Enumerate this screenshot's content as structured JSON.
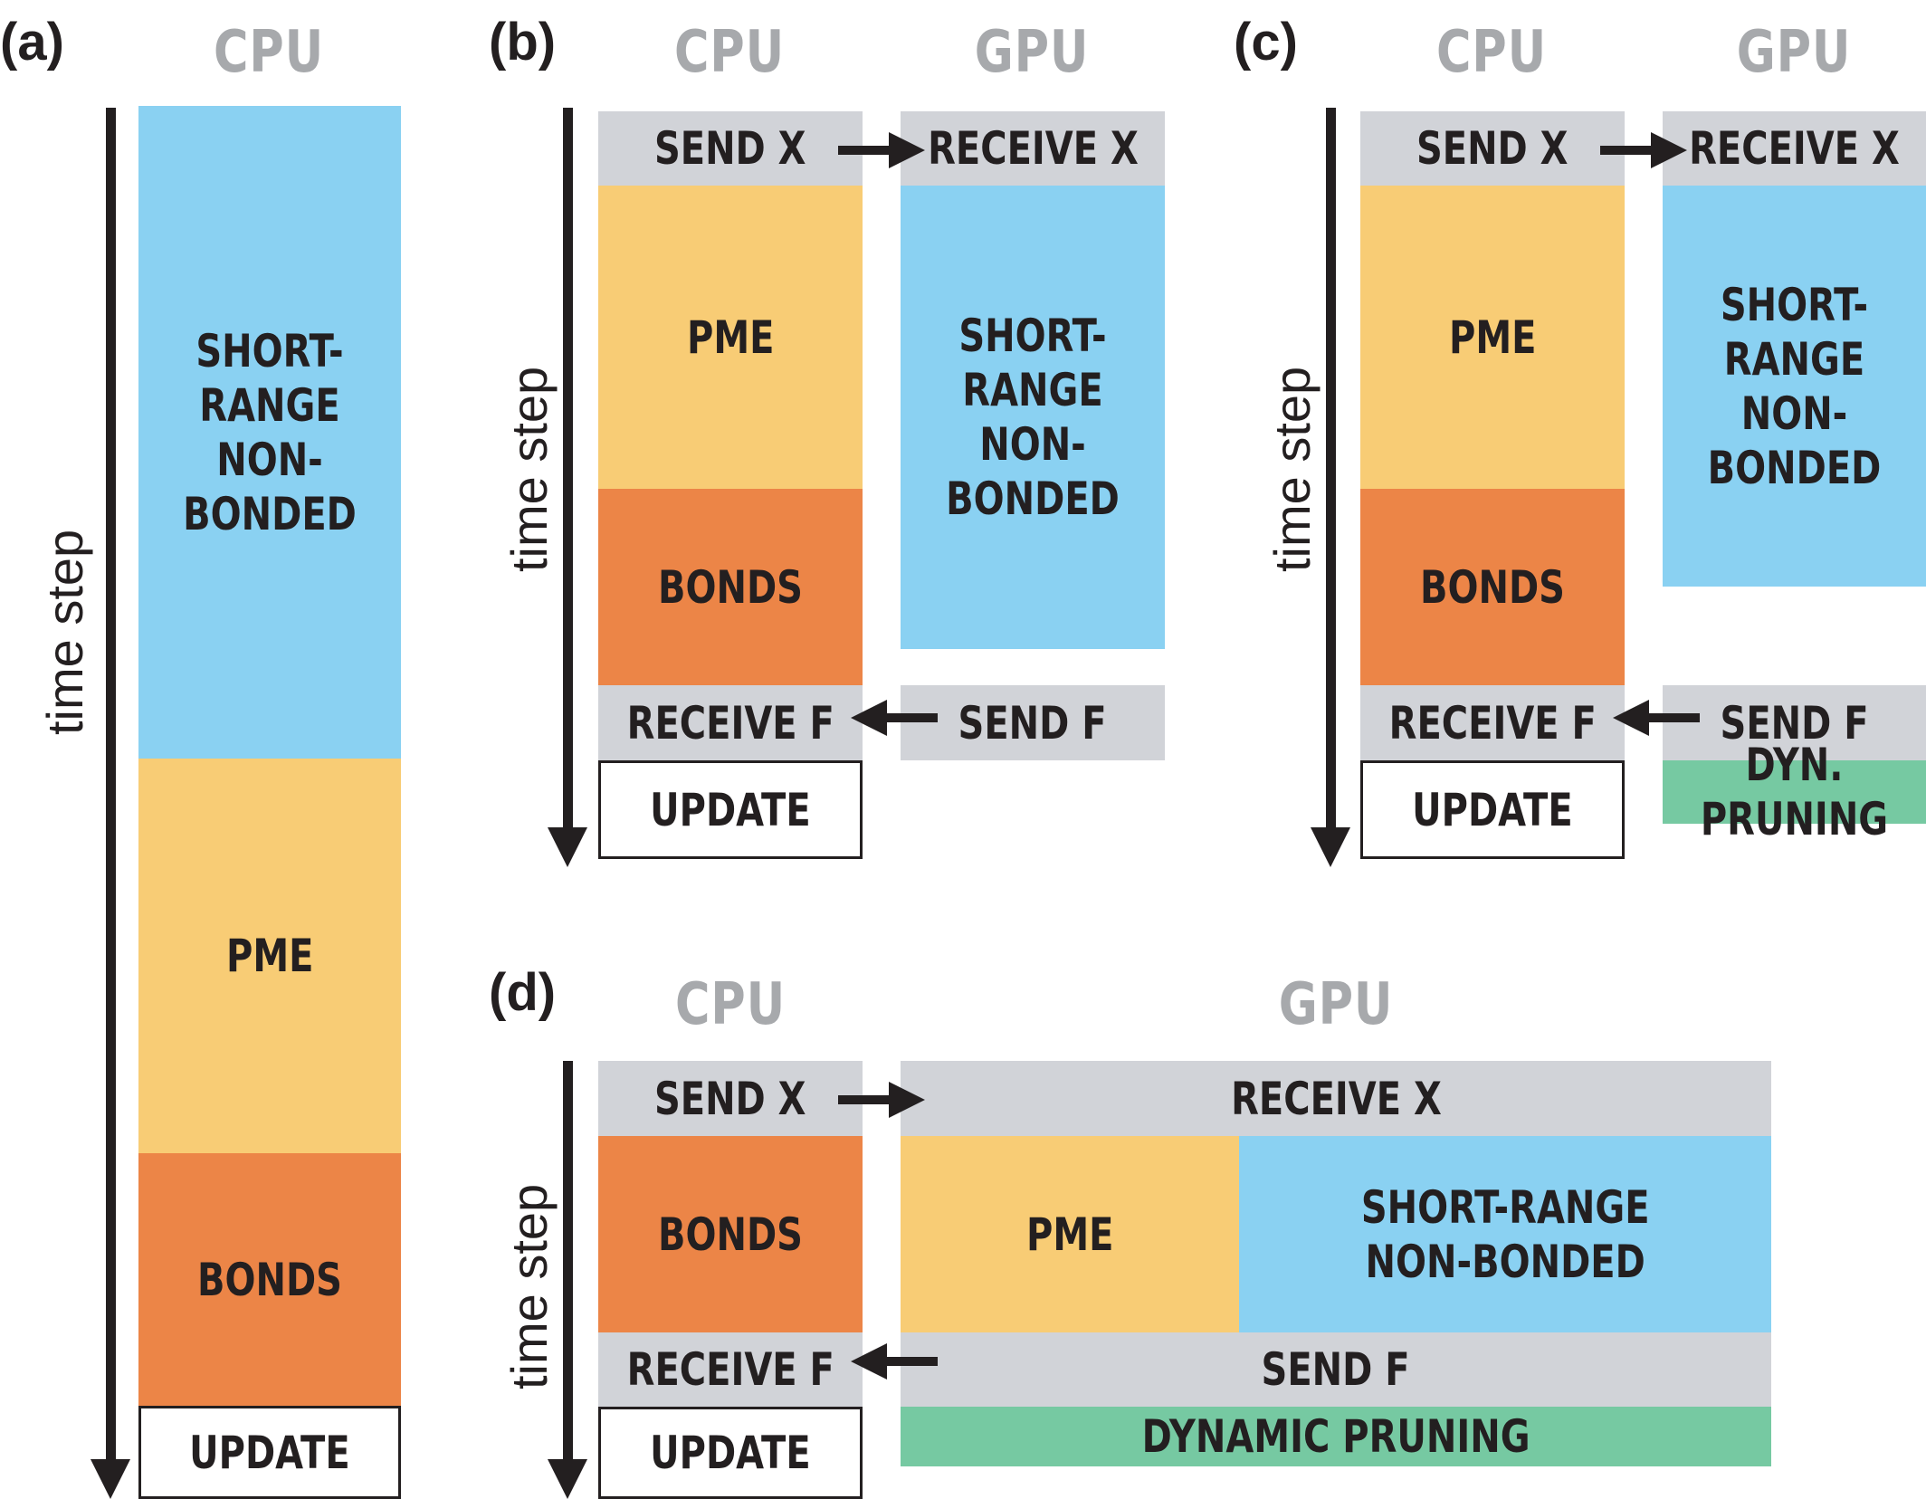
{
  "panels": {
    "a": {
      "label": "(a)",
      "cpu": "CPU",
      "time": "time step",
      "short": "SHORT-RANGE\nNON-BONDED",
      "pme": "PME",
      "bonds": "BONDS",
      "update": "UPDATE"
    },
    "b": {
      "label": "(b)",
      "cpu": "CPU",
      "gpu": "GPU",
      "time": "time step",
      "send_x": "SEND X",
      "receive_x": "RECEIVE X",
      "pme": "PME",
      "short": "SHORT-RANGE\nNON-BONDED",
      "bonds": "BONDS",
      "receive_f": "RECEIVE F",
      "send_f": "SEND F",
      "update": "UPDATE"
    },
    "c": {
      "label": "(c)",
      "cpu": "CPU",
      "gpu": "GPU",
      "time": "time step",
      "send_x": "SEND X",
      "receive_x": "RECEIVE X",
      "pme": "PME",
      "short": "SHORT-RANGE\nNON-BONDED",
      "bonds": "BONDS",
      "receive_f": "RECEIVE F",
      "send_f": "SEND F",
      "update": "UPDATE",
      "pruning": "DYN. PRUNING"
    },
    "d": {
      "label": "(d)",
      "cpu": "CPU",
      "gpu": "GPU",
      "time": "time step",
      "send_x": "SEND X",
      "receive_x": "RECEIVE X",
      "bonds": "BONDS",
      "pme": "PME",
      "short": "SHORT-RANGE\nNON-BONDED",
      "receive_f": "RECEIVE F",
      "send_f": "SEND F",
      "update": "UPDATE",
      "pruning": "DYNAMIC PRUNING"
    }
  }
}
